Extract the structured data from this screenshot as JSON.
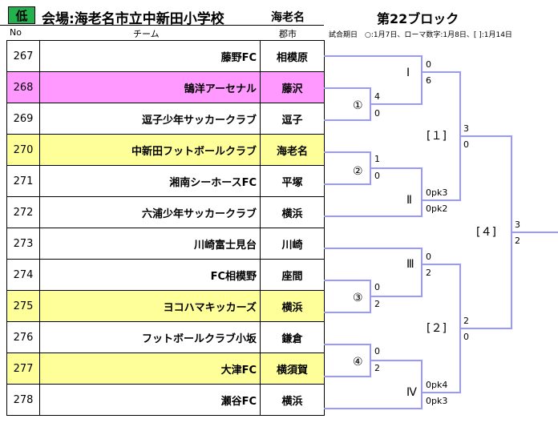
{
  "header": {
    "badge": "低",
    "venue": "会場:海老名市立中新田小学校",
    "venue_city": "海老名",
    "block": "第22ブロック",
    "col_no": "No",
    "col_team": "チーム",
    "col_city": "郡市",
    "note": "試合期日　○:1月7日、ローマ数字:1月8日、[ ]:1月14日"
  },
  "teams": [
    {
      "no": "267",
      "name": "藤野FC",
      "city": "相模原",
      "highlight": "none"
    },
    {
      "no": "268",
      "name": "鵠洋アーセナル",
      "city": "藤沢",
      "highlight": "pink"
    },
    {
      "no": "269",
      "name": "逗子少年サッカークラブ",
      "city": "逗子",
      "highlight": "none"
    },
    {
      "no": "270",
      "name": "中新田フットボールクラブ",
      "city": "海老名",
      "highlight": "yellow"
    },
    {
      "no": "271",
      "name": "湘南シーホースFC",
      "city": "平塚",
      "highlight": "none"
    },
    {
      "no": "272",
      "name": "六浦少年サッカークラブ",
      "city": "横浜",
      "highlight": "none"
    },
    {
      "no": "273",
      "name": "川崎富士見台",
      "city": "川崎",
      "highlight": "none"
    },
    {
      "no": "274",
      "name": "FC相模野",
      "city": "座間",
      "highlight": "none"
    },
    {
      "no": "275",
      "name": "ヨコハマキッカーズ",
      "city": "横浜",
      "highlight": "yellow"
    },
    {
      "no": "276",
      "name": "フットボールクラブ小坂",
      "city": "鎌倉",
      "highlight": "none"
    },
    {
      "no": "277",
      "name": "大津FC",
      "city": "横須賀",
      "highlight": "yellow"
    },
    {
      "no": "278",
      "name": "瀬谷FC",
      "city": "横浜",
      "highlight": "none"
    }
  ],
  "bracket": {
    "line_color": "#9999ff",
    "labels": {
      "r1_1": "①",
      "r1_2": "②",
      "r1_3": "③",
      "r1_4": "④",
      "r2_1": "Ⅰ",
      "r2_2": "Ⅱ",
      "r2_3": "Ⅲ",
      "r2_4": "Ⅳ",
      "r3_1": "[１]",
      "r3_2": "[２]",
      "final": "[４]"
    },
    "scores": {
      "r1_1_top": "4",
      "r1_1_bot": "0",
      "r1_2_top": "1",
      "r1_2_bot": "0",
      "r1_3_top": "0",
      "r1_3_bot": "2",
      "r1_4_top": "0",
      "r1_4_bot": "2",
      "r2_1_top": "0",
      "r2_1_bot": "6",
      "r2_2_top": "0pk3",
      "r2_2_bot": "0pk2",
      "r2_3_top": "0",
      "r2_3_bot": "2",
      "r2_4_top": "0pk4",
      "r2_4_bot": "0pk3",
      "r3_1_top": "3",
      "r3_1_bot": "0",
      "r3_2_top": "2",
      "r3_2_bot": "0",
      "final_top": "3",
      "final_bot": "2"
    }
  }
}
